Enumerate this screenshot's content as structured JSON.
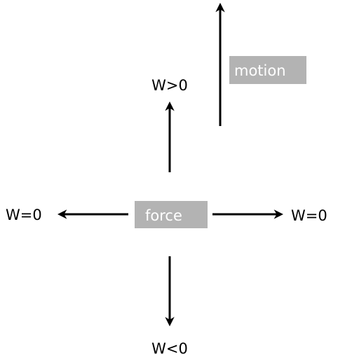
{
  "diagram": {
    "force_label": "force",
    "motion_label": "motion",
    "work_up": "W>0",
    "work_down": "W<0",
    "work_left": "W=0",
    "work_right": "W=0"
  },
  "colors": {
    "label_box": "#b3b3b3",
    "label_box_text": "#ffffff",
    "arrow": "#000000",
    "text": "#000000"
  }
}
